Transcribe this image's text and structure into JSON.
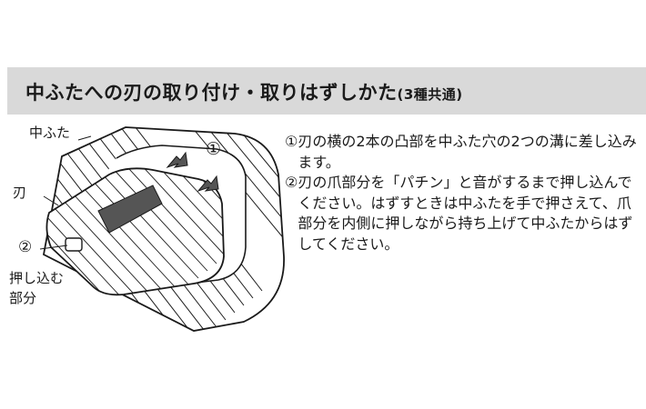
{
  "header": {
    "title": "中ふたへの刃の取り付け・取りはずしかた",
    "suffix": "(3種共通)"
  },
  "illustration": {
    "label_lid": "中ふた",
    "label_blade": "刃",
    "label_circle2": "②",
    "label_push_part_line1": "押し込む",
    "label_push_part_line2": "部分",
    "label_circle1": "①"
  },
  "instructions": {
    "steps": [
      {
        "num": "①",
        "text": "刃の横の2本の凸部を中ふた穴の2つの溝に差し込みます。"
      },
      {
        "num": "②",
        "text": "刃の爪部分を「パチン」と音がするまで押し込んでください。はずすときは中ふたを手で押さえて、爪部分を内側に押しながら持ち上げて中ふたからはずしてください。"
      }
    ]
  },
  "colors": {
    "header_band": "#d9d9d9",
    "line_art": "#1a1a1a",
    "blade_fill": "#555555"
  }
}
